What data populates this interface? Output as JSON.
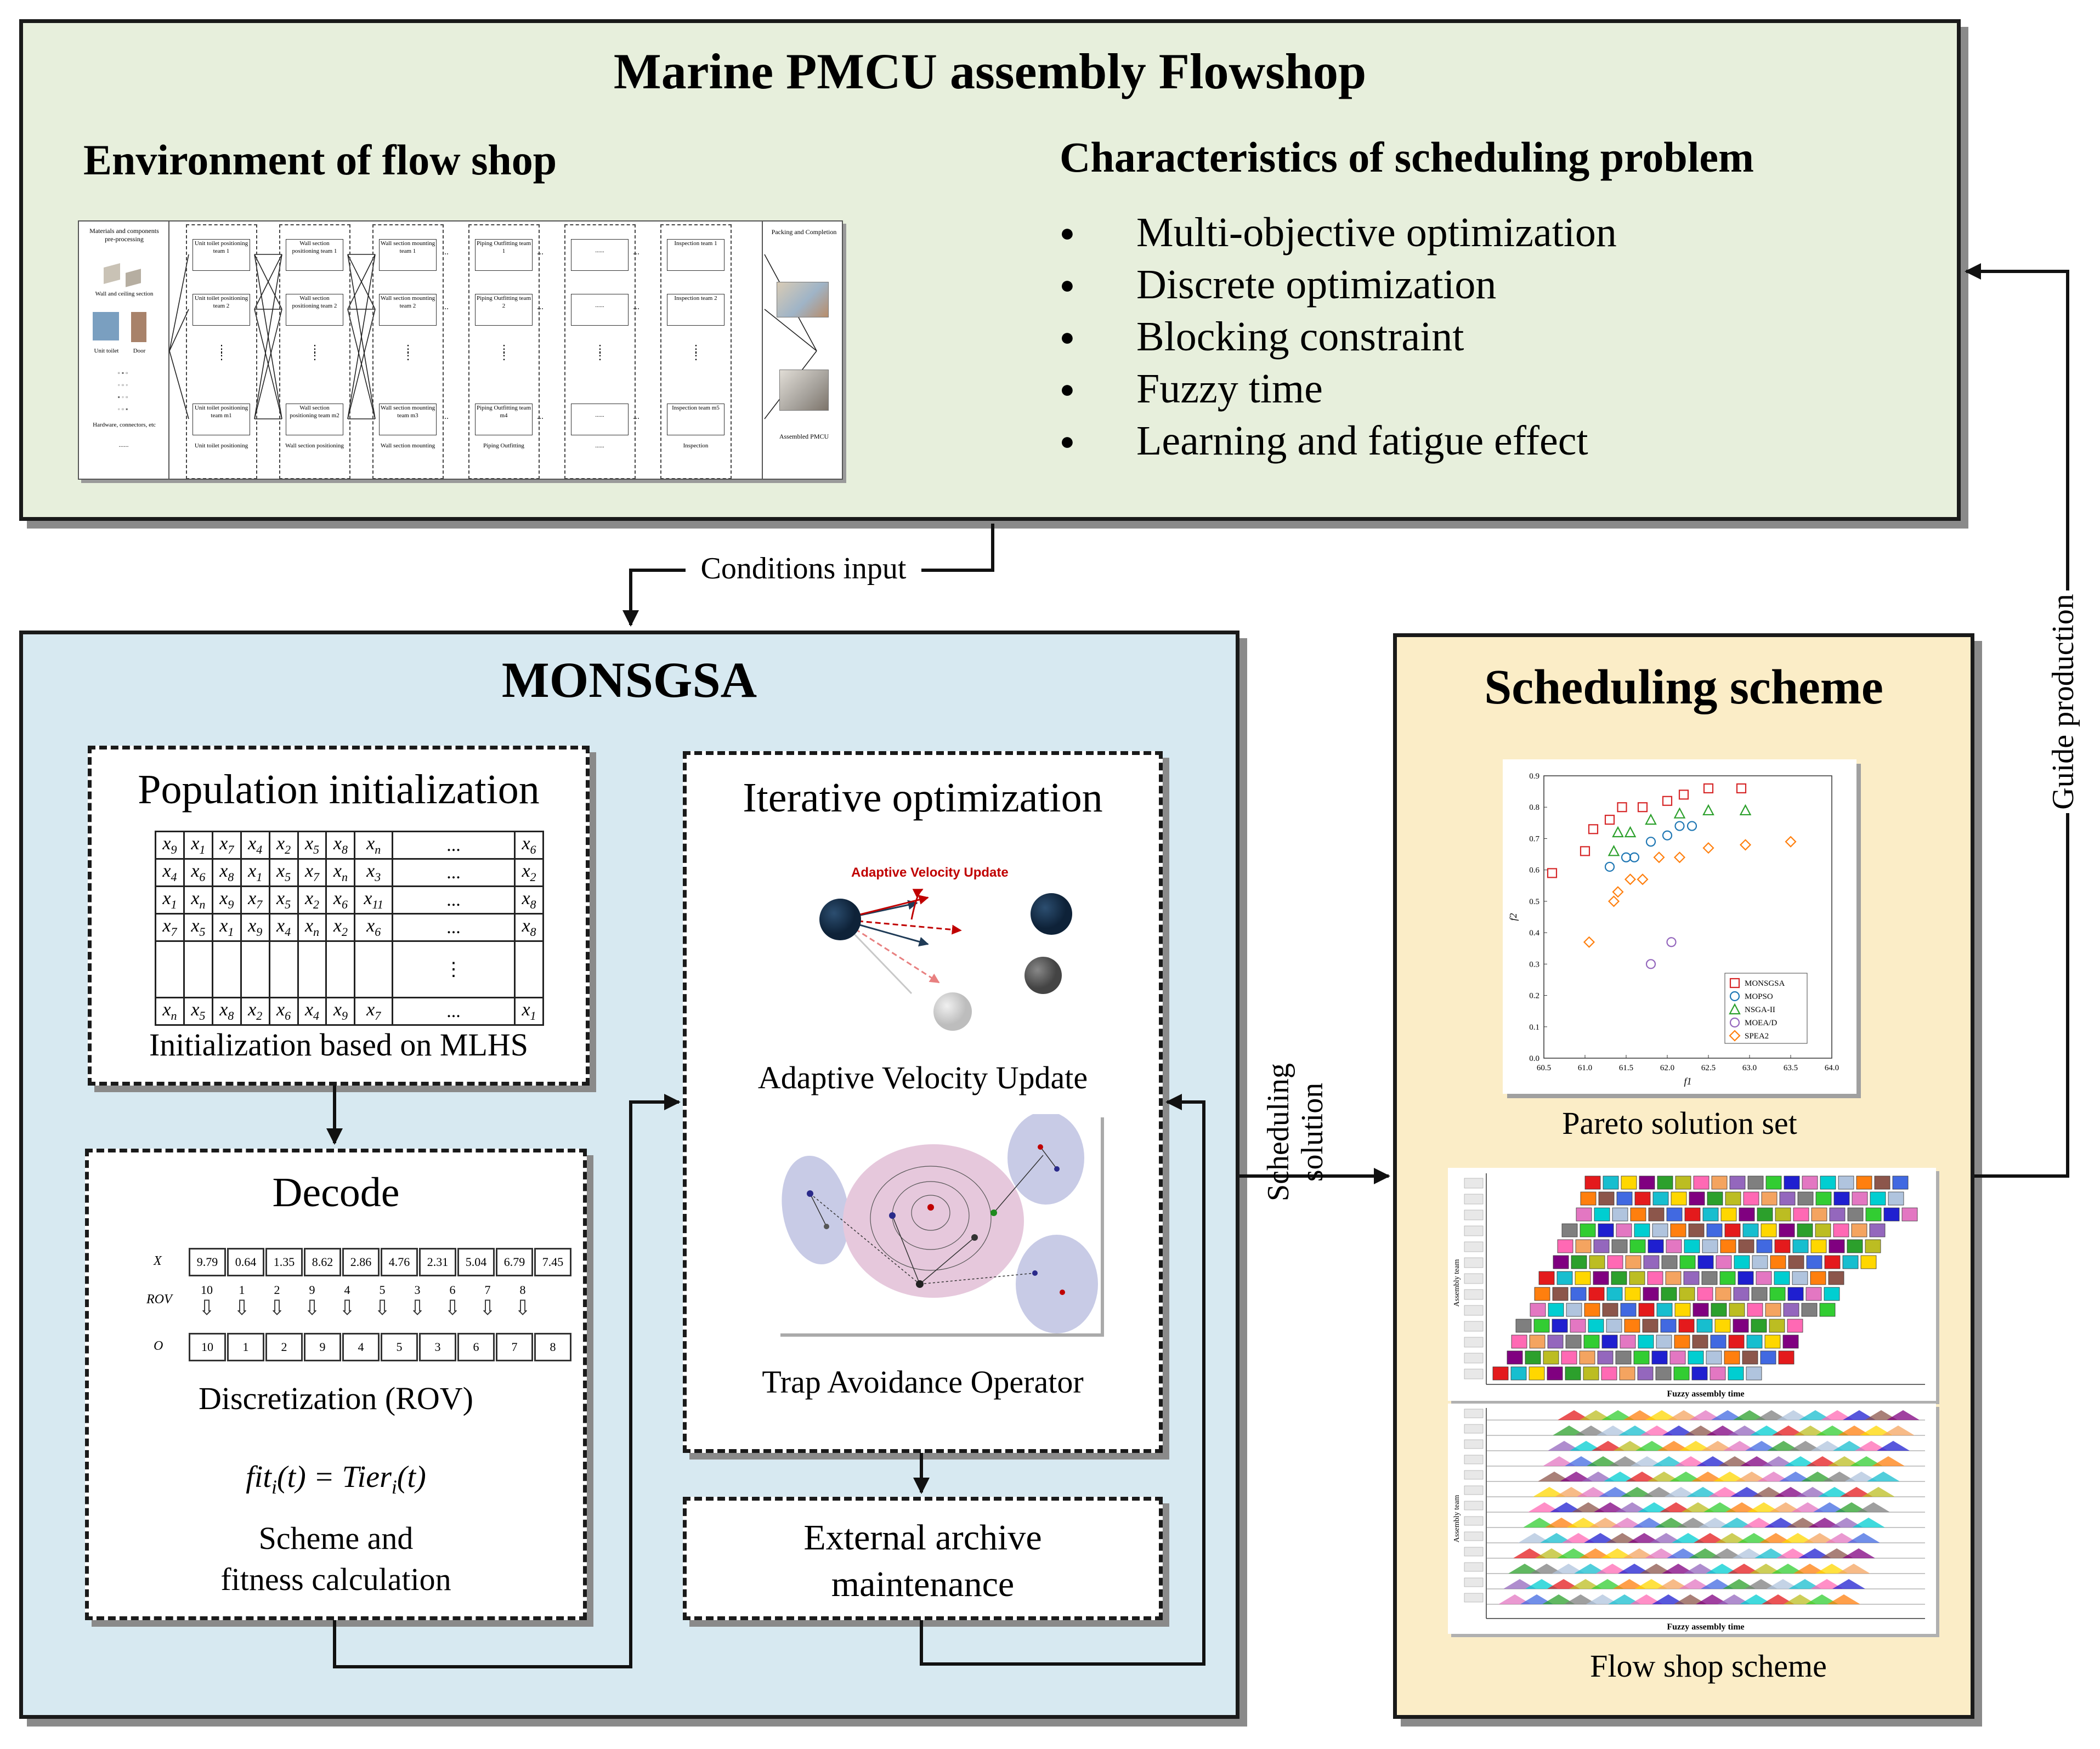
{
  "top": {
    "title": "Marine PMCU assembly Flowshop",
    "env_heading": "Environment of flow shop",
    "char_heading": "Characteristics of scheduling problem",
    "characteristics": [
      "Multi-objective optimization",
      "Discrete optimization",
      "Blocking constraint",
      "Fuzzy time",
      "Learning and fatigue effect"
    ],
    "env_diagram": {
      "materials_label": "Materials and components pre-processing",
      "wall_label": "Wall and ceiling section",
      "unit_label": "Unit toilet",
      "door_label": "Door",
      "hardware_label": "Hardware, connectors, etc",
      "stages": [
        {
          "top": "Unit toilet positioning team 1",
          "mid": "Unit toilet positioning team 2",
          "bot": "Unit toilet positioning team m1",
          "foot": "Unit toilet positioning"
        },
        {
          "top": "Wall section positioning team 1",
          "mid": "Wall section positioning team 2",
          "bot": "Wall section positioning team m2",
          "foot": "Wall section positioning"
        },
        {
          "top": "Wall section mounting team 1",
          "mid": "Wall section mounting team 2",
          "bot": "Wall section mounting team m3",
          "foot": "Wall section mounting"
        },
        {
          "top": "Piping Outfitting team 1",
          "mid": "Piping Outfitting team 2",
          "bot": "Piping Outfitting team m4",
          "foot": "Piping Outfitting"
        },
        {
          "top": "......",
          "mid": "......",
          "bot": "......",
          "foot": "......"
        },
        {
          "top": "Inspection team 1",
          "mid": "Inspection team 2",
          "bot": "Inspection team m5",
          "foot": "Inspection"
        }
      ],
      "packing_label": "Packing and Completion",
      "assembled_label": "Assembled PMCU"
    }
  },
  "conditions_label": "Conditions input",
  "monsgsa": {
    "title": "MONSGSA",
    "pop_init": {
      "title": "Population initialization",
      "rows": [
        [
          "x9",
          "x1",
          "x7",
          "x4",
          "x2",
          "x5",
          "x8",
          "xn",
          "...",
          "x6"
        ],
        [
          "x4",
          "x6",
          "x8",
          "x1",
          "x5",
          "x7",
          "xn",
          "x3",
          "...",
          "x2"
        ],
        [
          "x1",
          "xn",
          "x9",
          "x7",
          "x5",
          "x2",
          "x6",
          "x11",
          "...",
          "x8"
        ],
        [
          "x7",
          "x5",
          "x1",
          "x9",
          "x4",
          "xn",
          "x2",
          "x6",
          "...",
          "x8"
        ],
        [
          "",
          "",
          "",
          "",
          "",
          "",
          "",
          "",
          "⋮",
          ""
        ],
        [
          "xn",
          "x5",
          "x8",
          "x2",
          "x6",
          "x4",
          "x9",
          "x7",
          "...",
          "x1"
        ]
      ],
      "caption": "Initialization based on MLHS"
    },
    "decode": {
      "title": "Decode",
      "x_label": "X",
      "rov_label": "ROV",
      "o_label": "O",
      "x_values": [
        "9.79",
        "0.64",
        "1.35",
        "8.62",
        "2.86",
        "4.76",
        "2.31",
        "5.04",
        "6.79",
        "7.45"
      ],
      "rov_values": [
        "10",
        "1",
        "2",
        "9",
        "4",
        "5",
        "3",
        "6",
        "7",
        "8"
      ],
      "o_values": [
        "10",
        "1",
        "2",
        "9",
        "4",
        "5",
        "3",
        "6",
        "7",
        "8"
      ],
      "caption": "Discretization (ROV)",
      "formula": "fiti(t) = Tieri(t)",
      "formula_lhs": "fit",
      "formula_sub": "i",
      "formula_mid": "(t) = Tier",
      "formula_rhs": "(t)",
      "scheme_caption_1": "Scheme and",
      "scheme_caption_2": "fitness calculation"
    },
    "iterative": {
      "title": "Iterative optimization",
      "velocity_header": "Adaptive Velocity Update",
      "velocity_caption": "Adaptive Velocity Update",
      "trap_caption": "Trap Avoidance Operator"
    },
    "archive": {
      "line1": "External archive",
      "line2": "maintenance"
    }
  },
  "scheduling_solution_label_1": "Scheduling",
  "scheduling_solution_label_2": "solution",
  "guide_production_label": "Guide production",
  "scheme": {
    "title": "Scheduling scheme",
    "pareto_caption": "Pareto solution set",
    "flow_caption": "Flow shop scheme",
    "gantt_xlabel": "Fuzzy assembly time",
    "gantt_ylabel": "Assembly team"
  },
  "chart_data": {
    "type": "scatter",
    "xlabel": "f1",
    "ylabel": "f2",
    "xlim": [
      60.5,
      64.0
    ],
    "ylim": [
      0.0,
      0.9
    ],
    "xticks": [
      "60.5",
      "61.0",
      "61.5",
      "62.0",
      "62.5",
      "63.0",
      "63.5",
      "64.0"
    ],
    "yticks": [
      "0.0",
      "0.1",
      "0.2",
      "0.3",
      "0.4",
      "0.5",
      "0.6",
      "0.7",
      "0.8",
      "0.9"
    ],
    "legend_position": "bottom-right",
    "series": [
      {
        "name": "MONSGSA",
        "marker": "square",
        "color": "#d62728",
        "points": [
          [
            60.6,
            0.59
          ],
          [
            61.0,
            0.66
          ],
          [
            61.1,
            0.73
          ],
          [
            61.3,
            0.76
          ],
          [
            61.45,
            0.8
          ],
          [
            61.7,
            0.8
          ],
          [
            62.0,
            0.82
          ],
          [
            62.2,
            0.84
          ],
          [
            62.5,
            0.86
          ],
          [
            62.9,
            0.86
          ]
        ]
      },
      {
        "name": "MOPSO",
        "marker": "circle",
        "color": "#1f77b4",
        "points": [
          [
            61.3,
            0.61
          ],
          [
            61.5,
            0.64
          ],
          [
            61.6,
            0.64
          ],
          [
            61.8,
            0.69
          ],
          [
            62.0,
            0.71
          ],
          [
            62.15,
            0.74
          ],
          [
            62.3,
            0.74
          ]
        ]
      },
      {
        "name": "NSGA-II",
        "marker": "triangle",
        "color": "#2ca02c",
        "points": [
          [
            61.35,
            0.66
          ],
          [
            61.4,
            0.72
          ],
          [
            61.55,
            0.72
          ],
          [
            61.8,
            0.76
          ],
          [
            62.15,
            0.78
          ],
          [
            62.5,
            0.79
          ],
          [
            62.95,
            0.79
          ]
        ]
      },
      {
        "name": "MOEA/D",
        "marker": "circle",
        "color": "#9467bd",
        "points": [
          [
            61.8,
            0.3
          ],
          [
            62.05,
            0.37
          ]
        ]
      },
      {
        "name": "SPEA2",
        "marker": "diamond",
        "color": "#ff7f0e",
        "points": [
          [
            61.05,
            0.37
          ],
          [
            61.35,
            0.5
          ],
          [
            61.4,
            0.53
          ],
          [
            61.55,
            0.57
          ],
          [
            61.7,
            0.57
          ],
          [
            61.9,
            0.64
          ],
          [
            62.15,
            0.64
          ],
          [
            62.5,
            0.67
          ],
          [
            62.95,
            0.68
          ],
          [
            63.5,
            0.69
          ]
        ]
      }
    ]
  },
  "colors": {
    "top_panel_bg": "#e7efdc",
    "monsgsa_bg": "#d7e9f1",
    "scheme_bg": "#fbedc7",
    "velocity_header": "#c00000",
    "node_dark": "#17324d",
    "node_gray": "#606060"
  }
}
